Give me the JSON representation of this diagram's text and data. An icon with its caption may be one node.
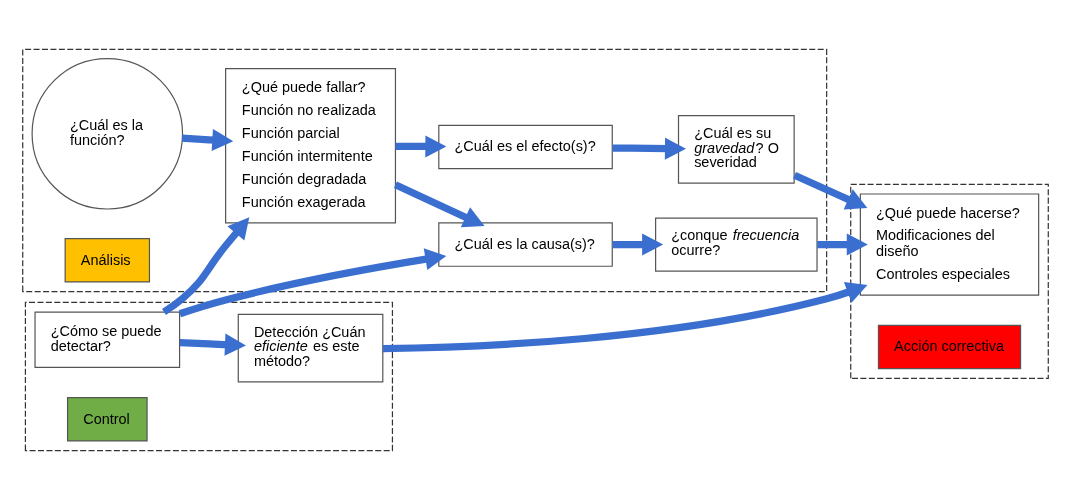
{
  "diagram": {
    "nodes": [
      {
        "text": [],
        "shape": "box"
      },
      {
        "text": [
          "Análisis"
        ],
        "in": 0
      },
      {
        "text": [
          "¿Cuál es la función?"
        ],
        "in": 0
      },
      {
        "text": [
          "¿Qué puede fallar?",
          "Función no realizada",
          "Función parcial",
          "Función intermitente",
          "Función degradada",
          "Función exagerada"
        ],
        "in": 0
      },
      {
        "text": [
          "¿Cuál es el efecto(s)?"
        ],
        "in": 0
      },
      {
        "text": [
          "¿Cuál es su *gravedad*? O severidad"
        ],
        "in": 0
      },
      {
        "text": [
          "¿Cuál es la causa(s)?"
        ],
        "in": 0
      },
      {
        "text": [
          "¿conque *frecuencia* ocurre?"
        ],
        "in": 0
      },
      {
        "text": [],
        "shape": "box"
      },
      {
        "text": [
          "Control"
        ],
        "in": 8
      },
      {
        "text": [
          "¿Cómo se puede detectar?"
        ],
        "in": 8
      },
      {
        "text": [
          "Detección ¿Cuán *eficiente* es este método?"
        ],
        "in": 8
      },
      {
        "text": [],
        "shape": "box"
      },
      {
        "text": [
          "Acción correctiva"
        ],
        "in": 12
      },
      {
        "text": [
          "¿Qué puede hacerse?",
          "Modificaciones del diseño",
          "Controles especiales"
        ],
        "in": 12
      }
    ],
    "edges": [
      {
        "from": 2,
        "to": 3,
        "arrow": "to"
      },
      {
        "from": 3,
        "to": 4,
        "arrow": "to"
      },
      {
        "from": 3,
        "to": 6,
        "arrow": "to"
      },
      {
        "from": 4,
        "to": 5,
        "arrow": "to"
      },
      {
        "from": 6,
        "to": 7,
        "arrow": "to"
      },
      {
        "from": 5,
        "to": 14,
        "arrow": "to"
      },
      {
        "from": 7,
        "to": 14,
        "arrow": "to"
      },
      {
        "from": 10,
        "to": 3,
        "arrow": "to"
      },
      {
        "from": 10,
        "to": 6,
        "arrow": "to"
      },
      {
        "from": 10,
        "to": 11,
        "arrow": "to"
      },
      {
        "from": 11,
        "to": 14,
        "arrow": "to"
      }
    ]
  }
}
